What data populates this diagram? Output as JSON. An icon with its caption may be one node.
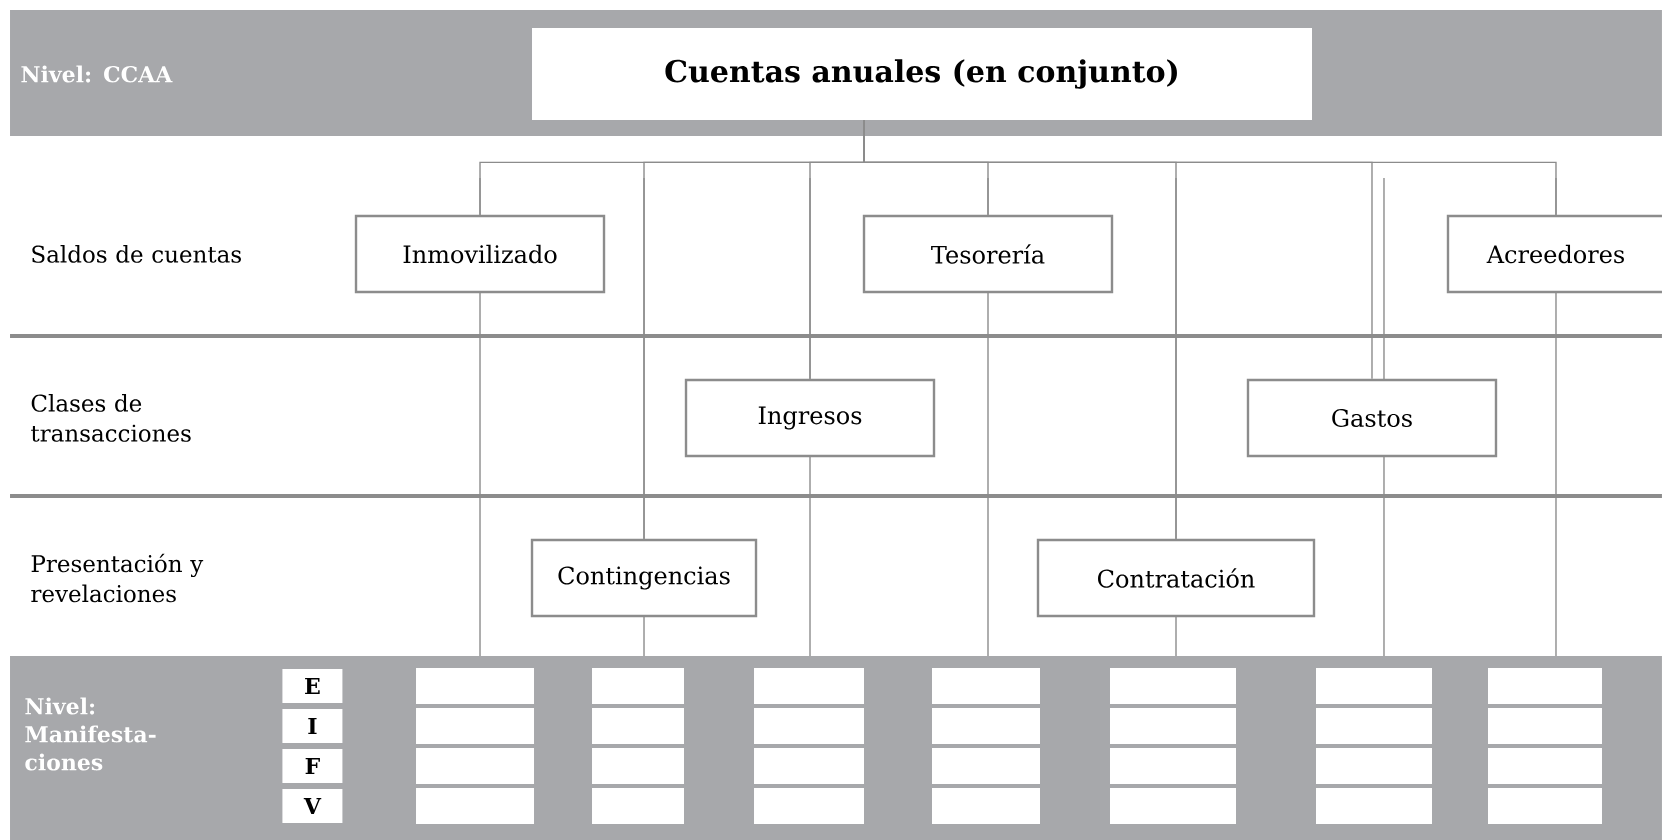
{
  "diagram": {
    "nodes": [
      {
        "text": [
          "Cuentas anuales (en conjunto)"
        ]
      },
      {
        "text": [
          "Inmovilizado"
        ]
      },
      {
        "text": [
          "Tesorería"
        ]
      },
      {
        "text": [
          "Acreedores"
        ]
      },
      {
        "text": [
          "Ingresos"
        ]
      },
      {
        "text": [
          "Gastos"
        ]
      },
      {
        "text": [
          "Contingencias"
        ]
      },
      {
        "text": [
          "Contratación"
        ]
      }
    ],
    "edges": [
      {
        "from": 0,
        "to": 1,
        "arrow": "none"
      },
      {
        "from": 0,
        "to": 2,
        "arrow": "none"
      },
      {
        "from": 0,
        "to": 3,
        "arrow": "none"
      },
      {
        "from": 0,
        "to": 4,
        "arrow": "none"
      },
      {
        "from": 0,
        "to": 5,
        "arrow": "none"
      },
      {
        "from": 0,
        "to": 6,
        "arrow": "none"
      },
      {
        "from": 0,
        "to": 7,
        "arrow": "none"
      }
    ],
    "labels": [
      "Nivel: CCAA",
      "Saldos de cuentas",
      "Clases de transacciones",
      "Presentación y revelaciones",
      "Nivel: Manifesta- ciones",
      "E",
      "I",
      "F",
      "V"
    ]
  }
}
